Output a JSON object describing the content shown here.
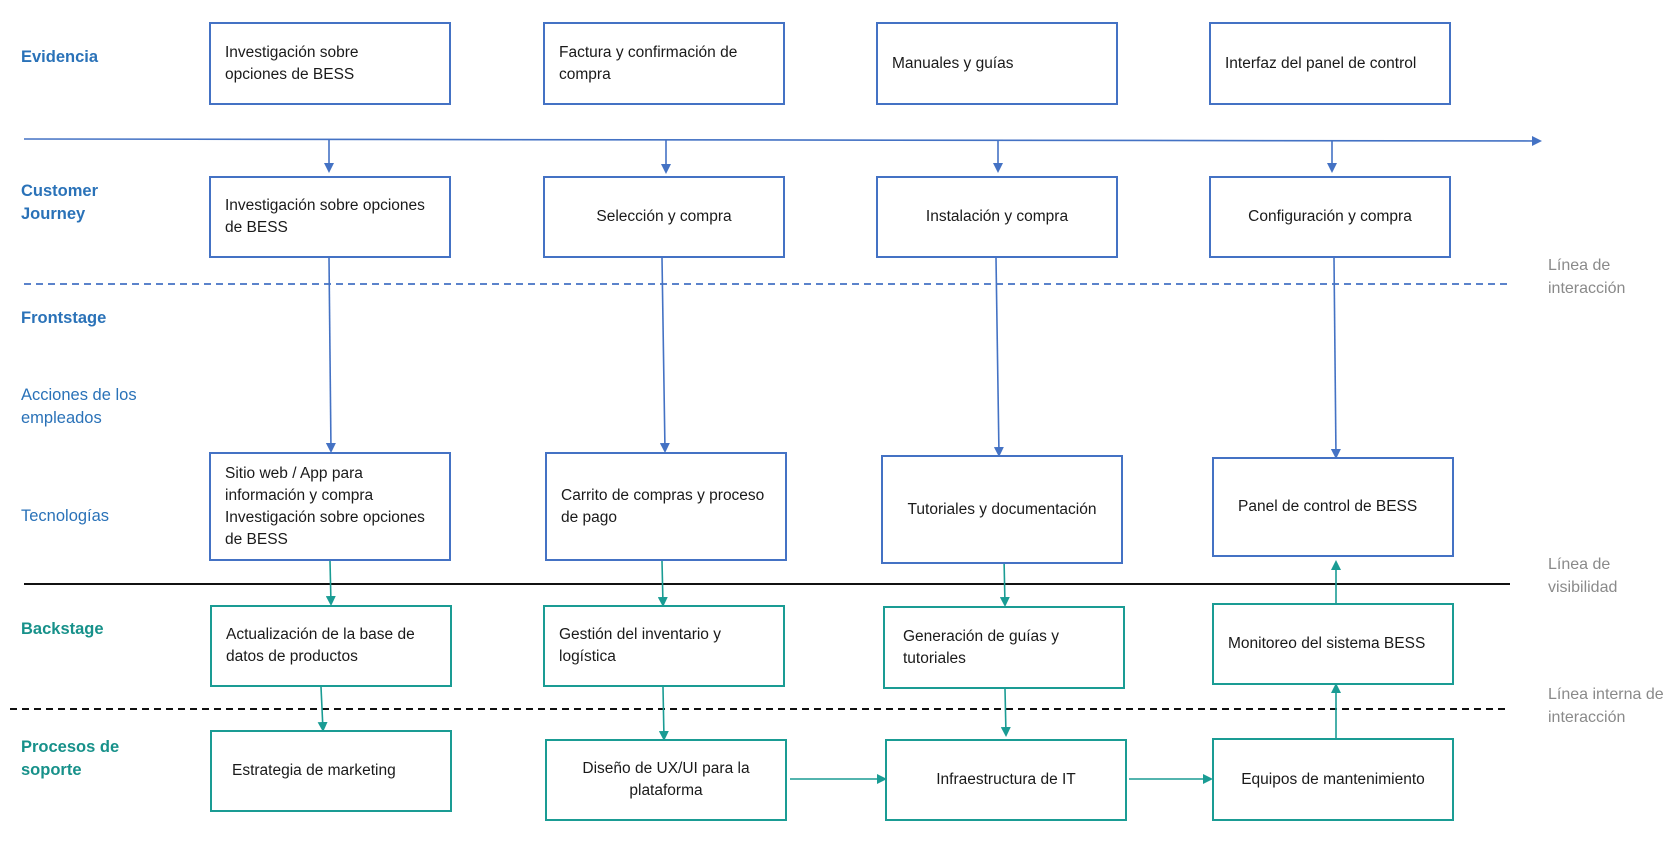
{
  "lanes": {
    "evidencia": "Evidencia",
    "customer_journey": "Customer Journey",
    "frontstage": "Frontstage",
    "acciones": "Acciones de los empleados",
    "tecnologias": "Tecnologías",
    "backstage": "Backstage",
    "procesos": "Procesos de soporte"
  },
  "lines": {
    "interaccion": "Línea de interacción",
    "visibilidad": "Línea de visibilidad",
    "interna": "Línea interna de interacción"
  },
  "evidencia": [
    "Investigación sobre opciones de BESS",
    "Factura y confirmación de compra",
    "Manuales y guías",
    "Interfaz del panel de control"
  ],
  "journey": [
    "Investigación sobre opciones de BESS",
    "Selección y compra",
    "Instalación y compra",
    "Configuración y compra"
  ],
  "tecnologias": [
    "Sitio web / App para información y compra Investigación sobre opciones de BESS",
    "Carrito de compras y proceso de pago",
    "Tutoriales y documentación",
    "Panel de control de BESS"
  ],
  "backstage": [
    "Actualización de la base de datos de productos",
    "Gestión del inventario y logística",
    "Generación de guías y tutoriales",
    "Monitoreo del sistema BESS"
  ],
  "soporte": [
    "Estrategia de marketing",
    "Diseño de UX/UI para la plataforma",
    "Infraestructura de IT",
    "Equipos de mantenimiento"
  ],
  "colors": {
    "blue": "#4472c4",
    "teal": "#1a9c94",
    "lane_blue": "#2a72b8",
    "lane_teal": "#17918a",
    "note_gray": "#8a8a8a"
  }
}
